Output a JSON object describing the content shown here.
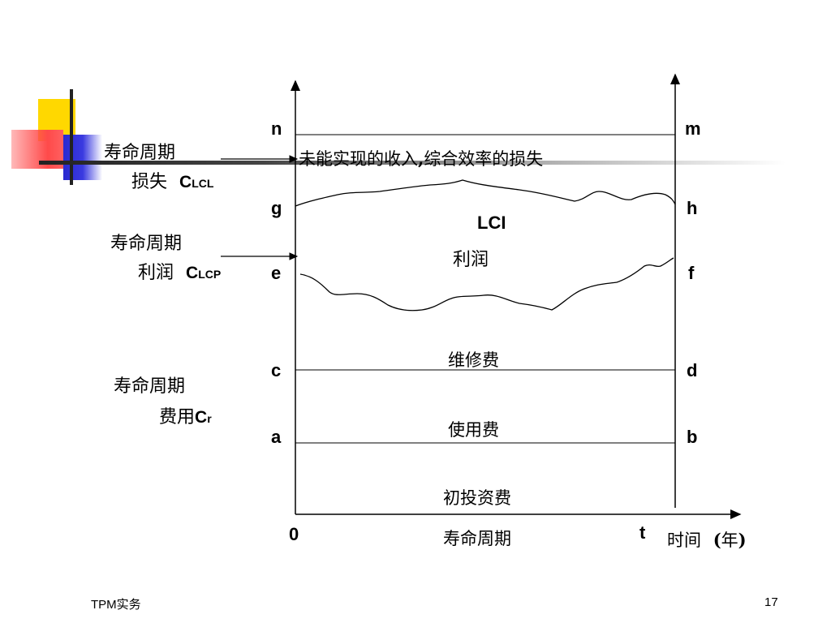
{
  "left_labels": {
    "loss": {
      "line1": "寿命周期",
      "line2": "损失",
      "code_main": "C",
      "code_sub": "LCL"
    },
    "profit": {
      "line1": "寿命周期",
      "line2": "利润",
      "code_main": "C",
      "code_sub": "LCP"
    },
    "cost": {
      "line1": "寿命周期",
      "line2": "费用",
      "code_main": "C",
      "code_sub": "r"
    }
  },
  "points": {
    "n": "n",
    "m": "m",
    "g": "g",
    "h": "h",
    "e": "e",
    "f": "f",
    "c": "c",
    "d": "d",
    "a": "a",
    "b": "b",
    "origin": "0",
    "t": "t"
  },
  "regions": {
    "loss_text_a": "未能实现的收入",
    "loss_sep": ",",
    "loss_text_b": "综合效率的损失",
    "lci": "LCI",
    "profit": "利润",
    "maintenance": "维修费",
    "usage": "使用费",
    "initial": "初投资费"
  },
  "axis": {
    "x_label": "寿命周期",
    "time_label": "时间",
    "unit_open": "(",
    "unit_text": "年",
    "unit_close": ")"
  },
  "footer": {
    "title": "TPM实务",
    "page": "17"
  },
  "colors": {
    "deco_yellow": "#ffd800",
    "deco_blue": "#2222cc",
    "deco_red": "#ff5050",
    "line": "#000000"
  }
}
